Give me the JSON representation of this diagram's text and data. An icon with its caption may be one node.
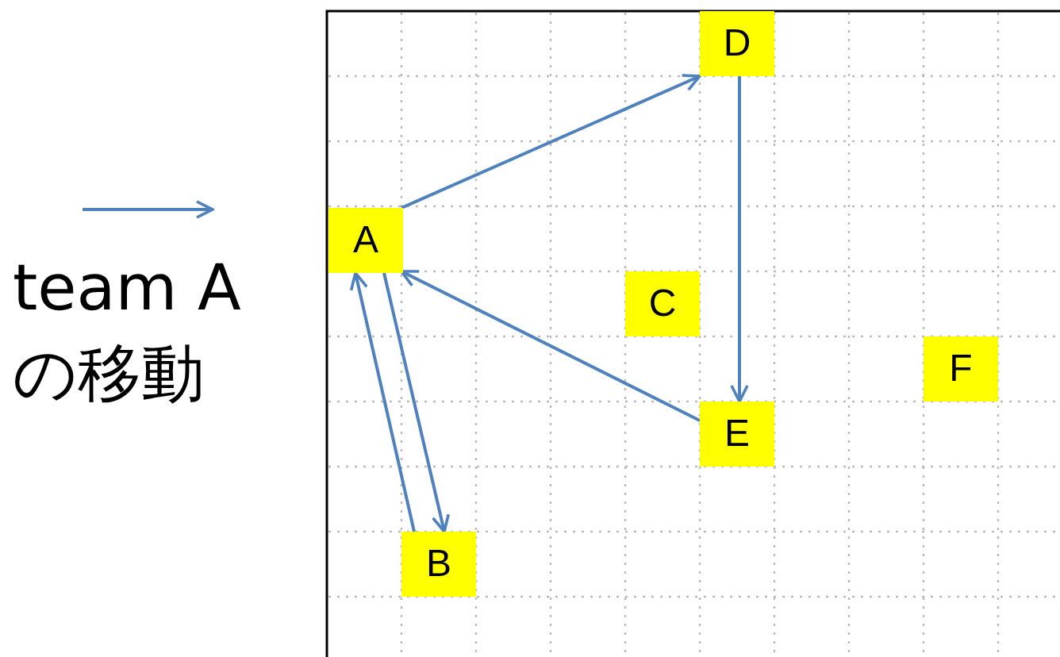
{
  "diagram": {
    "nodes": [
      {
        "text": [
          "A"
        ]
      },
      {
        "text": [
          "B"
        ]
      },
      {
        "text": [
          "C"
        ]
      },
      {
        "text": [
          "D"
        ]
      },
      {
        "text": [
          "E"
        ]
      },
      {
        "text": [
          "F"
        ]
      }
    ],
    "edges": [
      {
        "from": 0,
        "to": 3,
        "arrow": "to"
      },
      {
        "from": 3,
        "to": 4,
        "arrow": "to"
      },
      {
        "from": 4,
        "to": 0,
        "arrow": "to"
      },
      {
        "from": 0,
        "to": 1,
        "arrow": "to"
      },
      {
        "from": 1,
        "to": 0,
        "arrow": "to"
      }
    ],
    "legend": [
      {
        "text": "team A の移動"
      }
    ]
  }
}
